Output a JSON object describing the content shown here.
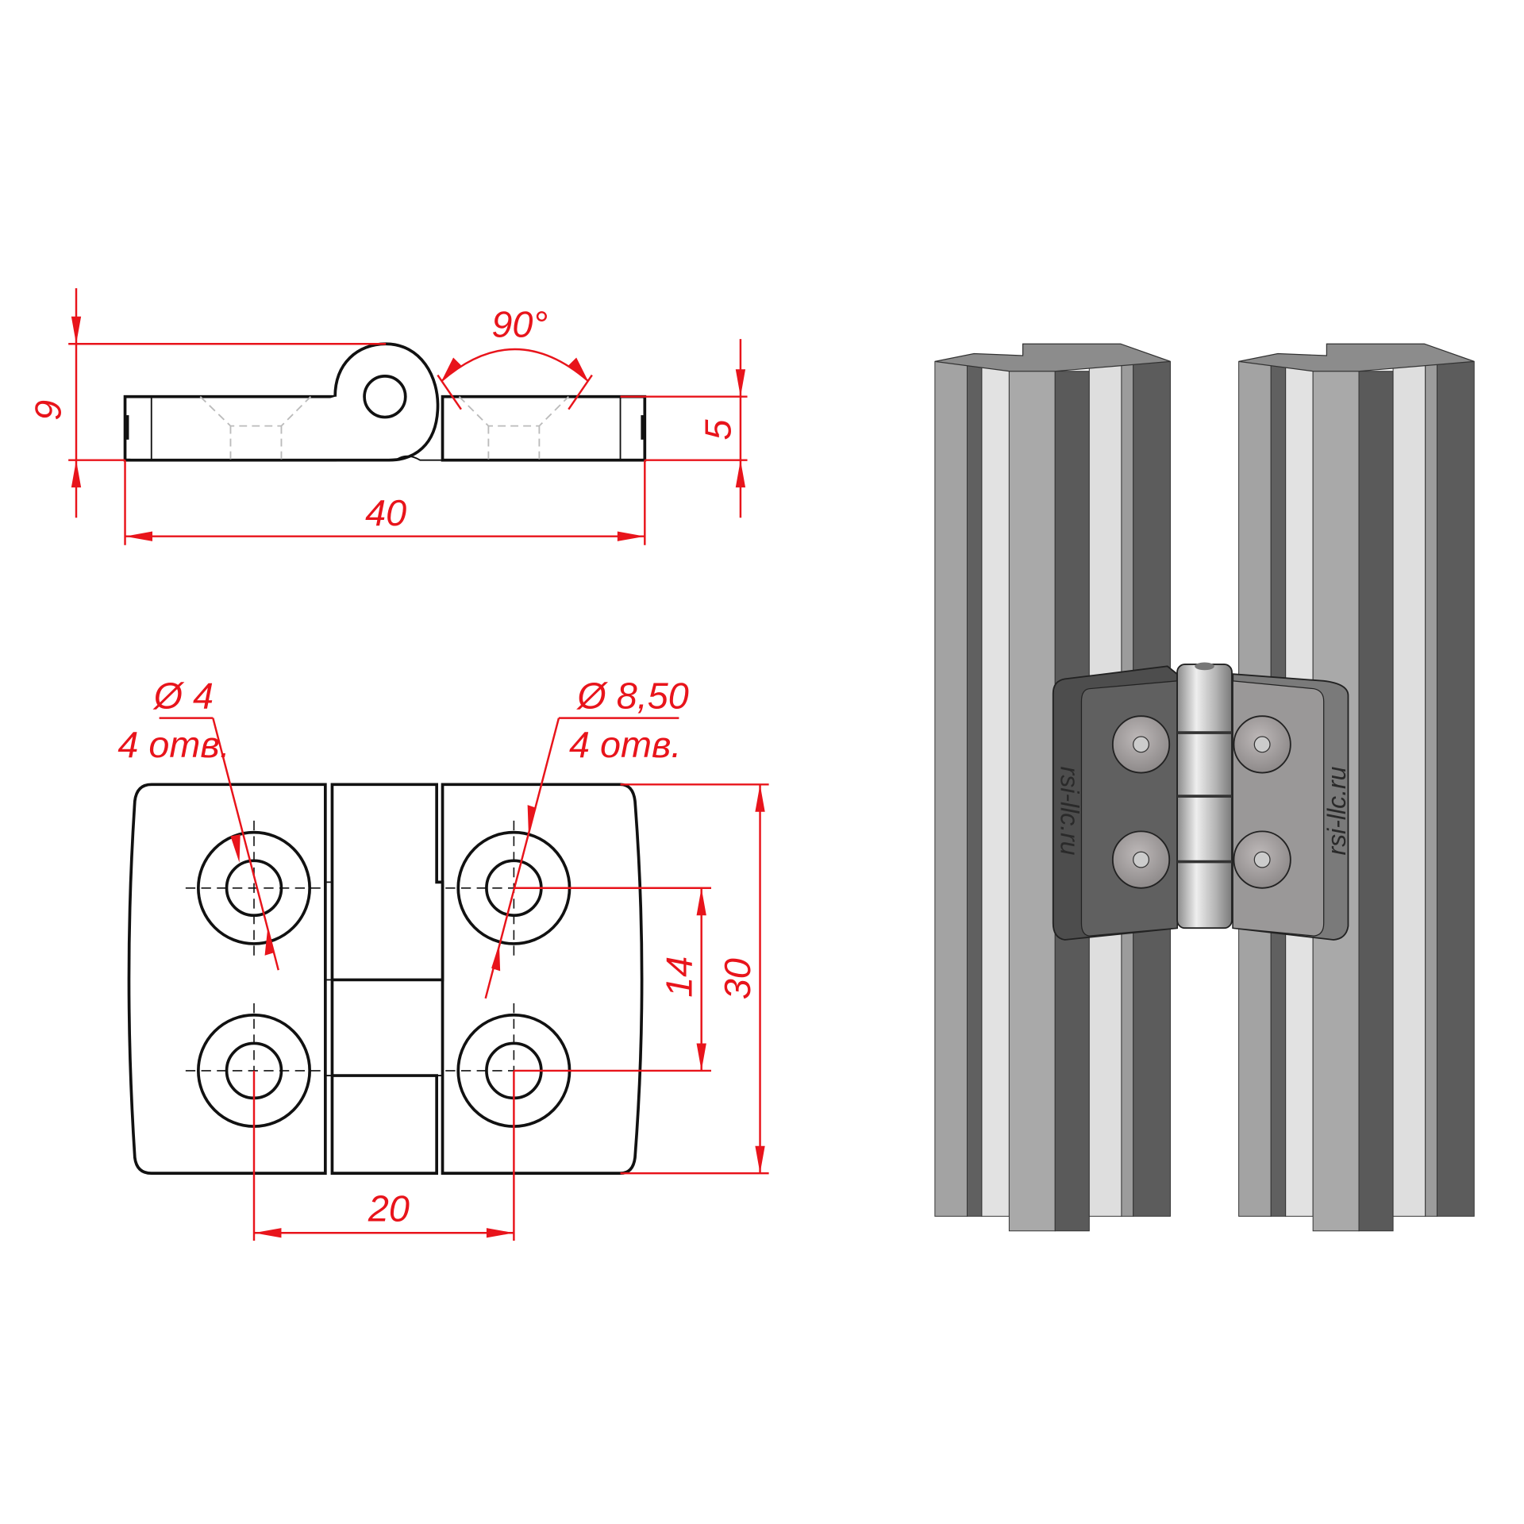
{
  "front_view": {
    "height_total": "9",
    "leaf_thickness": "5",
    "length": "40",
    "angle": "90°"
  },
  "plan_view": {
    "small_hole_diameter": "Ø 4",
    "small_hole_count": "4 отв.",
    "counterbore_diameter": "Ø 8,50",
    "counterbore_count": "4 отв.",
    "hole_spacing_horizontal": "20",
    "hole_spacing_vertical": "14",
    "width": "30"
  },
  "render": {
    "brand_text": "rsi-llc.ru"
  },
  "colors": {
    "dimension": "#e8141b",
    "outline": "#111111"
  }
}
